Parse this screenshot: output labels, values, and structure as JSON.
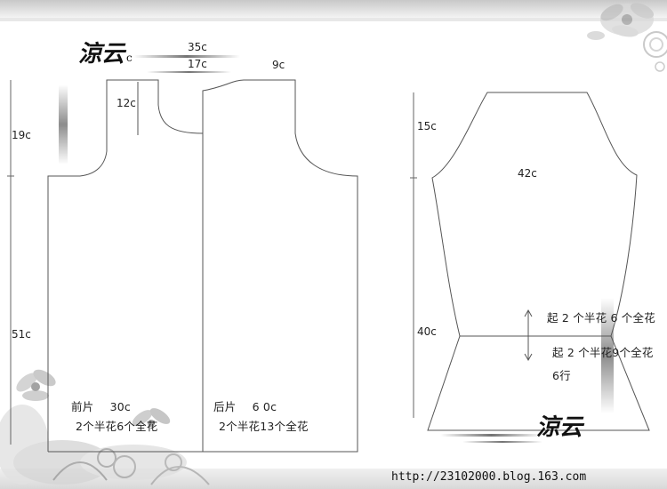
{
  "logo": {
    "text": "涼云",
    "letter": "c"
  },
  "front_piece": {
    "label": "前片",
    "width": "30c",
    "pattern": "2个半花6个全花"
  },
  "back_piece": {
    "label": "后片",
    "width": "6 0c",
    "pattern": "2个半花13个全花"
  },
  "dimensions": {
    "collar_35": "35c",
    "collar_17": "17c",
    "shoulder_9": "9c",
    "neck_depth": "12c",
    "armhole_depth": "19c",
    "body_length": "51c",
    "sleeve_cap": "15c",
    "sleeve_width": "42c",
    "sleeve_length": "40c"
  },
  "sleeve_notes": {
    "line1": "起 2 个半花 6 个全花",
    "line2": "起 2 个半花9个全花",
    "line3": "6行"
  },
  "url": "http://23102000.blog.163.com"
}
